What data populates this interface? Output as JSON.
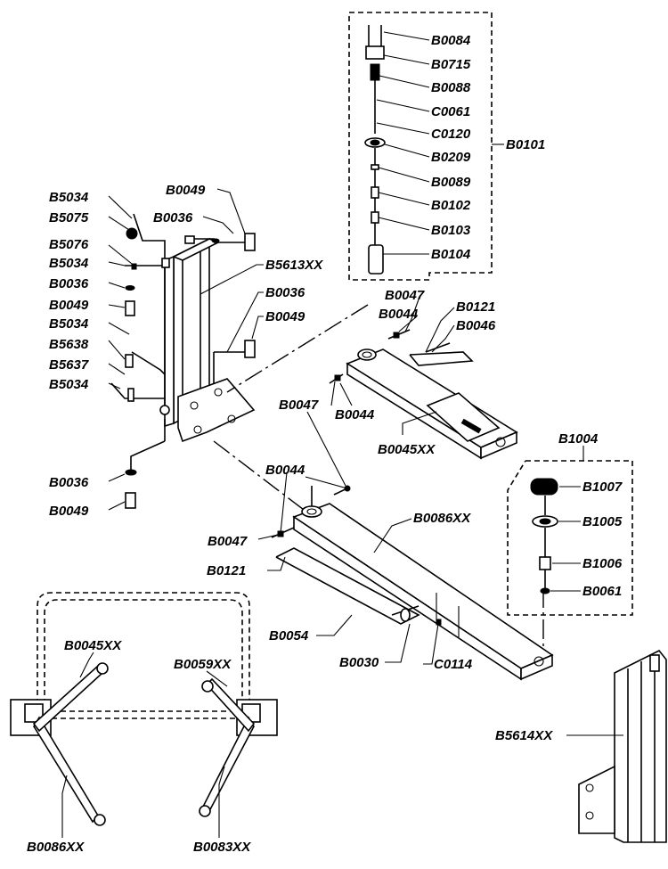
{
  "kit_b0101": {
    "title": "B0101",
    "parts": [
      "B0084",
      "B0715",
      "B0088",
      "C0061",
      "C0120",
      "B0209",
      "B0089",
      "B0102",
      "B0103",
      "B0104"
    ]
  },
  "kit_b1004": {
    "title": "B1004",
    "parts": [
      "B1007",
      "B1005",
      "B1006",
      "B0061"
    ]
  },
  "column": {
    "labels": [
      "B5034",
      "B5075",
      "B5076",
      "B5034",
      "B0036",
      "B0049",
      "B5034",
      "B5638",
      "B5637",
      "B5034",
      "B0036",
      "B0049",
      "B0036",
      "B0049",
      "B5613XX",
      "B0036",
      "B0049"
    ]
  },
  "rear_arm": {
    "labels": [
      "B0047",
      "B0044",
      "B0121",
      "B0046",
      "B0047",
      "B0044",
      "B0045XX"
    ]
  },
  "front_arm": {
    "labels": [
      "B0044",
      "B0047",
      "B0086XX",
      "B0121",
      "B0054",
      "B0030",
      "C0114"
    ]
  },
  "top_view": {
    "labels": [
      "B0045XX",
      "B0059XX",
      "B0086XX",
      "B0083XX"
    ]
  },
  "side_column": {
    "label": "B5614XX"
  }
}
